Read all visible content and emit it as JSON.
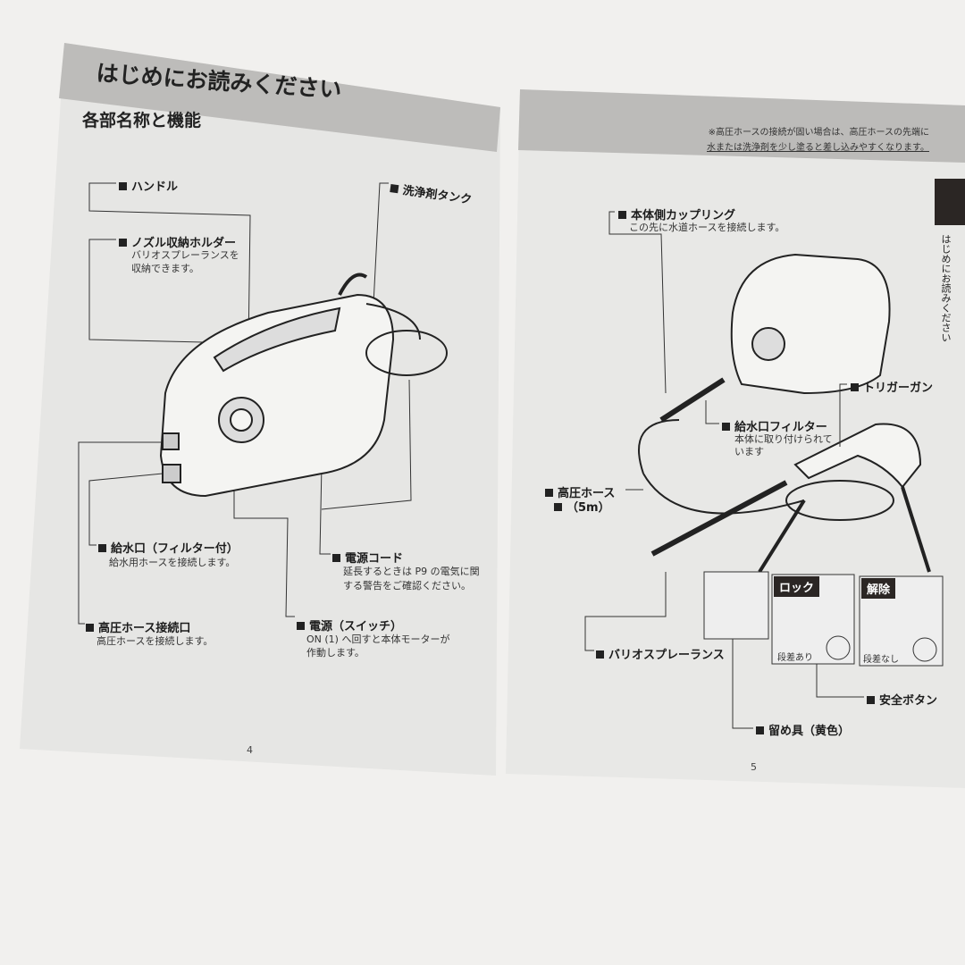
{
  "left_page": {
    "title": "はじめにお読みください",
    "subtitle": "各部名称と機能",
    "page_number": "4",
    "parts": [
      {
        "label": "ハンドル",
        "desc": ""
      },
      {
        "label": "ノズル収納ホルダー",
        "desc": "バリオスプレーランスを収納できます。"
      },
      {
        "label": "洗浄剤タンク",
        "desc": ""
      },
      {
        "label": "給水口（フィルター付）",
        "desc": "給水用ホースを接続します。"
      },
      {
        "label": "高圧ホース接続口",
        "desc": "高圧ホースを接続します。"
      },
      {
        "label": "電源コード",
        "desc_lines": [
          "延長するときは P9 の電気に関",
          "する警告をご確認ください。"
        ]
      },
      {
        "label": "電源（スイッチ）",
        "desc_lines": [
          "ON (1) へ回すと本体モーターが",
          "作動します。"
        ]
      }
    ],
    "holder_desc_lines": [
      "バリオスプレーランスを",
      "収納できます。"
    ]
  },
  "right_page": {
    "note_lines": [
      "※高圧ホースの接続が固い場合は、高圧ホースの先端に",
      "水または洗浄剤を少し塗ると差し込みやすくなります。"
    ],
    "side_tab": "はじめにお読みください",
    "page_number": "5",
    "parts": [
      {
        "label": "本体側カップリング",
        "desc": "この先に水道ホースを接続します。"
      },
      {
        "label": "トリガーガン",
        "desc": ""
      },
      {
        "label": "給水口フィルター",
        "desc_lines": [
          "本体に取り付けられて",
          "います"
        ]
      },
      {
        "label": "高圧ホース",
        "desc": "（5m）"
      },
      {
        "label": "バリオスプレーランス",
        "desc": ""
      },
      {
        "label": "安全ボタン",
        "desc": ""
      },
      {
        "label": "留め具（黄色）",
        "desc": ""
      }
    ],
    "lock_panel": {
      "tag": "ロック",
      "caption": "段差あり"
    },
    "unlock_panel": {
      "tag": "解除",
      "caption": "段差なし"
    }
  },
  "colors": {
    "header_band": "#b9b8b6",
    "page": "#e9e9e7",
    "tag": "#2b2624"
  }
}
